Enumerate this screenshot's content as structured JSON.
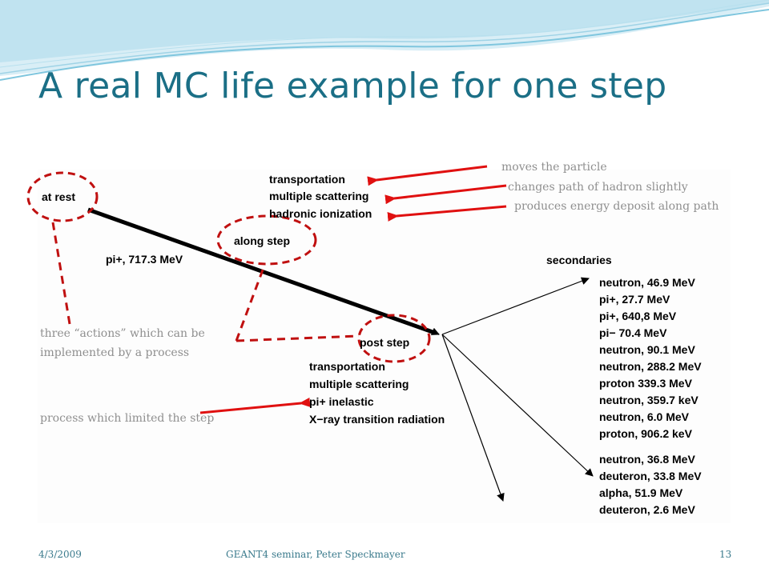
{
  "slide": {
    "title": "A real MC life example for one step",
    "footer": {
      "date": "4/3/2009",
      "center": "GEANT4 seminar, Peter Speckmayer",
      "page": "13"
    }
  },
  "colors": {
    "title": "#1b6f86",
    "annotation_arrow": "#e01010",
    "note_text": "#8f8f8f",
    "wave": "#7fc6de"
  },
  "diagram": {
    "states": {
      "at_rest": "at rest",
      "along_step": "along step",
      "post_step": "post step"
    },
    "particle": "pi+, 717.3 MeV",
    "along_step_processes": [
      "transportation",
      "multiple scattering",
      "hadronic ionization"
    ],
    "post_step_processes": [
      "transportation",
      "multiple scattering",
      "pi+ inelastic",
      "X−ray transition radiation"
    ],
    "secondaries_title": "secondaries",
    "secondaries": [
      "neutron, 46.9 MeV",
      "pi+, 27.7 MeV",
      "pi+, 640,8 MeV",
      "pi− 70.4 MeV",
      "neutron, 90.1 MeV",
      "neutron, 288.2 MeV",
      "proton 339.3 MeV",
      "neutron, 359.7 keV",
      "neutron, 6.0 MeV",
      "proton, 906.2 keV",
      "neutron, 36.8 MeV",
      "deuteron, 33.8 MeV",
      "alpha, 51.9 MeV",
      "deuteron, 2.6 MeV"
    ]
  },
  "annotations": {
    "moves": "moves the particle",
    "changes": "changes path of hadron slightly",
    "produces": "produces energy deposit along path",
    "three_actions_line1": "three “actions” which can be",
    "three_actions_line2": "implemented by a process",
    "limited": "process which limited the step"
  }
}
